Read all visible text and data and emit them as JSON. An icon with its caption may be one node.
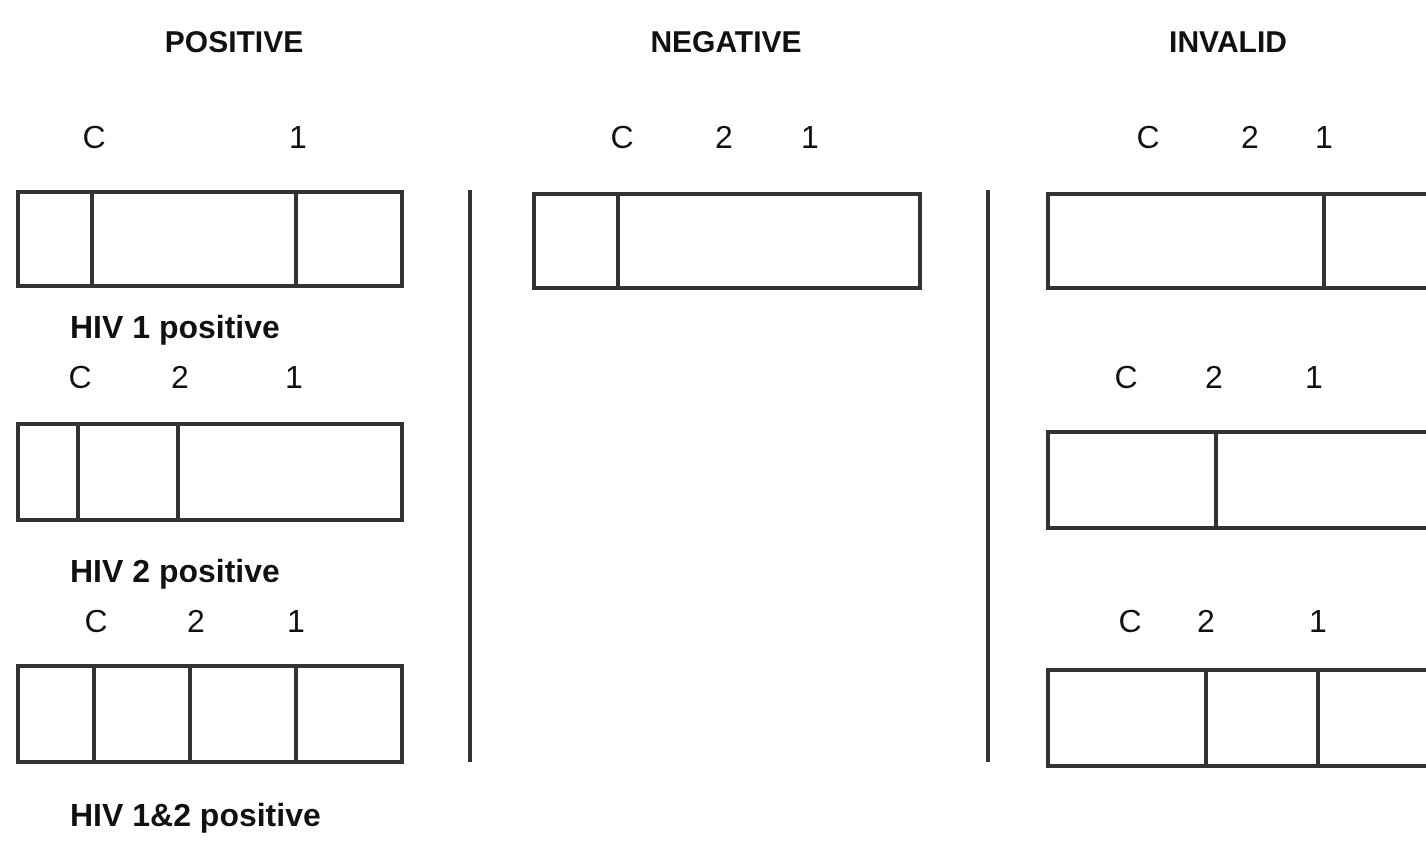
{
  "diagram": {
    "nodes": [
      {
        "text": [],
        "shape": "box",
        "beside": [
          "C",
          "1",
          "HIV 1 positive"
        ]
      },
      {
        "text": [],
        "shape": "box",
        "beside": [
          "C",
          "2",
          "1",
          "HIV 2 positive"
        ]
      },
      {
        "text": [],
        "shape": "box",
        "beside": [
          "C",
          "2",
          "1",
          "HIV 1&2 positive"
        ]
      },
      {
        "text": [],
        "shape": "box",
        "beside": [
          "C",
          "2",
          "1"
        ]
      },
      {
        "text": [],
        "shape": "box",
        "beside": [
          "C",
          "2",
          "1"
        ]
      },
      {
        "text": [],
        "shape": "box",
        "beside": [
          "C",
          "2",
          "1"
        ]
      },
      {
        "text": [],
        "shape": "box",
        "beside": [
          "C",
          "2",
          "1"
        ]
      }
    ],
    "labels": [
      "POSITIVE",
      "NEGATIVE",
      "INVALID"
    ]
  }
}
